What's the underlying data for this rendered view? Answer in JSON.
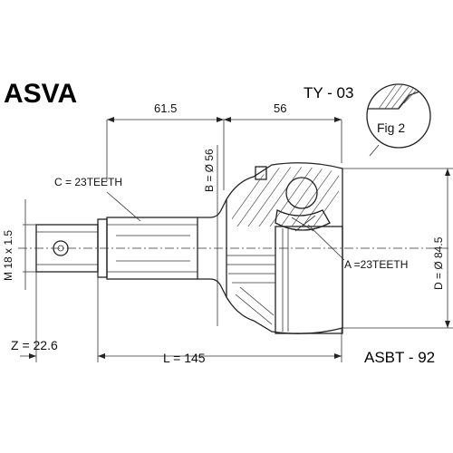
{
  "brand": "ASVA",
  "part_code": "TY - 03",
  "figure_label": "Fig 2",
  "dimensions": {
    "dim_top_left": "61.5",
    "dim_top_right": "56",
    "dim_b": "B = Ø 56",
    "dim_c": "C = 23TEETH",
    "dim_m": "M 18 x 1.5",
    "dim_a": "A =23TEETH",
    "dim_d": "D = Ø 84.5",
    "dim_z": "Z = 22.6",
    "dim_l": "L = 145"
  },
  "reference": "ASBT - 92"
}
